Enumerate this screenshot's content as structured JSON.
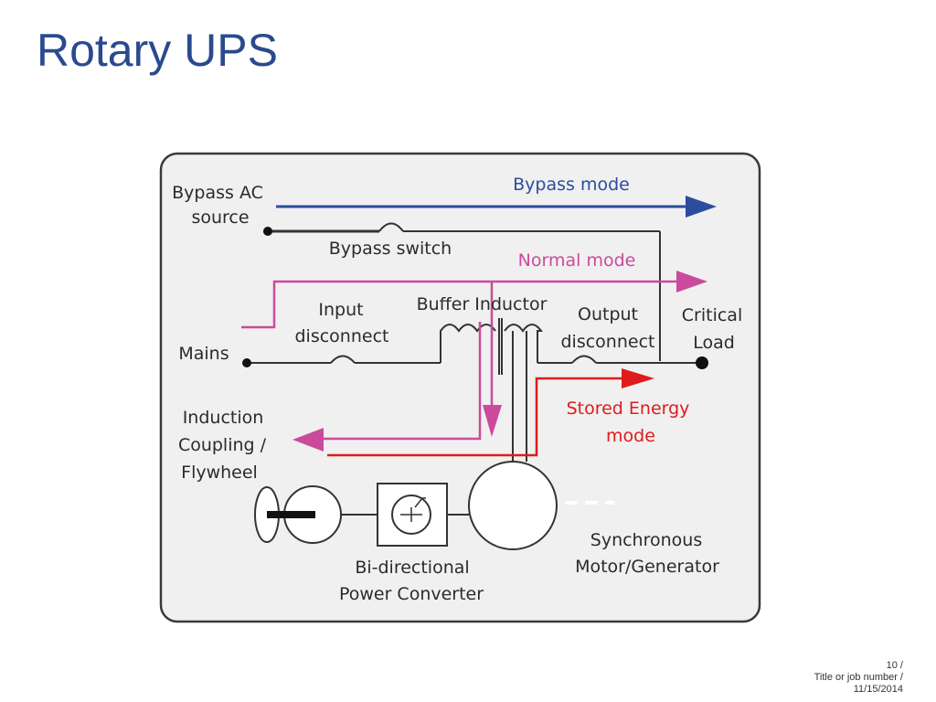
{
  "slide": {
    "title": "Rotary UPS"
  },
  "diagram": {
    "labels": {
      "bypass_ac_line1": "Bypass AC",
      "bypass_ac_line2": "source",
      "bypass_switch": "Bypass switch",
      "input_disconnect_line1": "Input",
      "input_disconnect_line2": "disconnect",
      "buffer_inductor": "Buffer Inductor",
      "output_disconnect_line1": "Output",
      "output_disconnect_line2": "disconnect",
      "critical_load_line1": "Critical",
      "critical_load_line2": "Load",
      "mains": "Mains",
      "induction_line1": "Induction",
      "induction_line2": "Coupling /",
      "induction_line3": "Flywheel",
      "converter_line1": "Bi-directional",
      "converter_line2": "Power Converter",
      "motor_line1": "Synchronous",
      "motor_line2": "Motor/Generator"
    },
    "modes": {
      "bypass": "Bypass mode",
      "normal": "Normal mode",
      "stored_line1": "Stored Energy",
      "stored_line2": "mode"
    },
    "colors": {
      "bypass": "#2b4d9e",
      "normal": "#cc4a9c",
      "stored": "#e01b1b",
      "wire": "#333333",
      "frame": "#f0f0f0"
    }
  },
  "footer": {
    "page": "10 /",
    "job": "Title or job number /",
    "date": "11/15/2014"
  }
}
